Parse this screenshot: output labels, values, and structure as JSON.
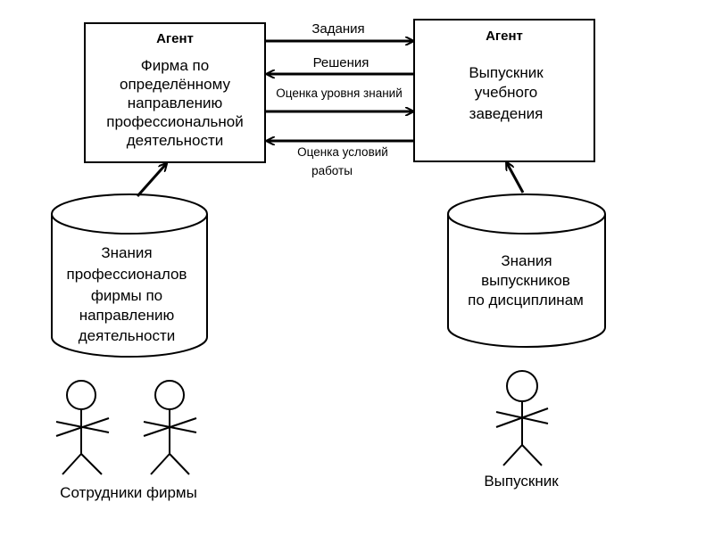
{
  "agents": {
    "firm": {
      "title": "Агент",
      "lines": [
        "Фирма по",
        "определённому",
        "направлению",
        "профессиональной",
        "деятельности"
      ]
    },
    "graduate": {
      "title": "Агент",
      "lines": [
        "Выпускник",
        "учебного",
        "заведения"
      ]
    }
  },
  "arrows": {
    "tasks": "Задания",
    "solutions": "Решения",
    "knowledge_assessment": "Оценка уровня знаний",
    "work_conditions_line1": "Оценка условий",
    "work_conditions_line2": "работы"
  },
  "databases": {
    "firm_knowledge": {
      "lines": [
        "Знания",
        "профессионалов",
        "фирмы по",
        "направлению",
        "деятельности"
      ]
    },
    "graduate_knowledge": {
      "lines": [
        "Знания",
        "выпускников",
        "по дисциплинам"
      ]
    }
  },
  "actors": {
    "employees_label": "Сотрудники фирмы",
    "graduate_label": "Выпускник"
  }
}
